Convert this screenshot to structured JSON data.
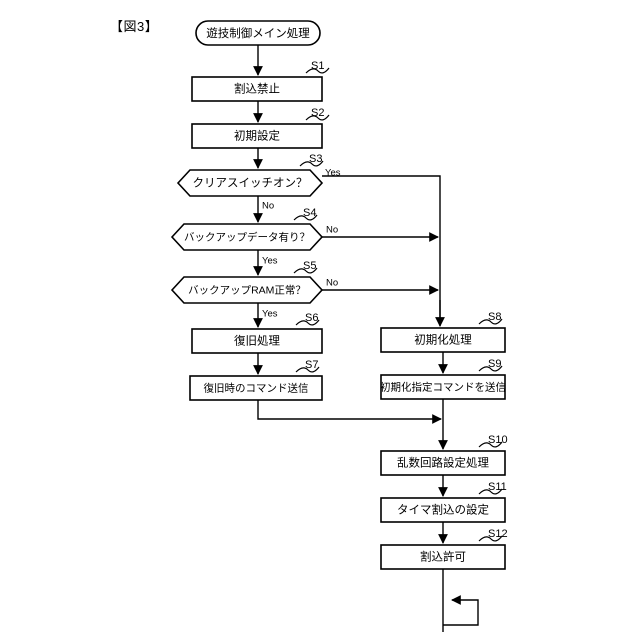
{
  "figure": {
    "label": "【図3】"
  },
  "flowchart": {
    "title": "遊技制御メイン処理",
    "start_node": {
      "id": "start",
      "label": "遊技制御メイン処理",
      "shape": "rounded"
    },
    "nodes": [
      {
        "id": "S1",
        "step": "S1",
        "label": "割込禁止",
        "shape": "process",
        "column": "left"
      },
      {
        "id": "S2",
        "step": "S2",
        "label": "初期設定",
        "shape": "process",
        "column": "left"
      },
      {
        "id": "S3",
        "step": "S3",
        "label": "クリアスイッチオン？",
        "shape": "decision",
        "column": "left"
      },
      {
        "id": "S4",
        "step": "S4",
        "label": "バックアップデータ有り？",
        "shape": "decision",
        "column": "left"
      },
      {
        "id": "S5",
        "step": "S5",
        "label": "バックアップRAM正常？",
        "shape": "decision",
        "column": "left"
      },
      {
        "id": "S6",
        "step": "S6",
        "label": "復旧処理",
        "shape": "process",
        "column": "left"
      },
      {
        "id": "S7",
        "step": "S7",
        "label": "復旧時のコマンド送信",
        "shape": "process",
        "column": "left"
      },
      {
        "id": "S8",
        "step": "S8",
        "label": "初期化処理",
        "shape": "process",
        "column": "right"
      },
      {
        "id": "S9",
        "step": "S9",
        "label": "初期化指定コマンドを送信",
        "shape": "process",
        "column": "right"
      },
      {
        "id": "S10",
        "step": "S10",
        "label": "乱数回路設定処理",
        "shape": "process",
        "column": "right"
      },
      {
        "id": "S11",
        "step": "S11",
        "label": "タイマ割込の設定",
        "shape": "process",
        "column": "right"
      },
      {
        "id": "S12",
        "step": "S12",
        "label": "割込許可",
        "shape": "process",
        "column": "right"
      }
    ],
    "branch_labels": {
      "s3_yes": "Yes",
      "s3_no": "No",
      "s4_no": "No",
      "s4_yes": "Yes",
      "s5_no": "No",
      "s5_yes": "Yes"
    },
    "loop": {
      "label": "",
      "description": "infinite-loop-back"
    }
  },
  "colors": {
    "line": "#000000",
    "fill": "#ffffff",
    "background": "#ffffff"
  }
}
